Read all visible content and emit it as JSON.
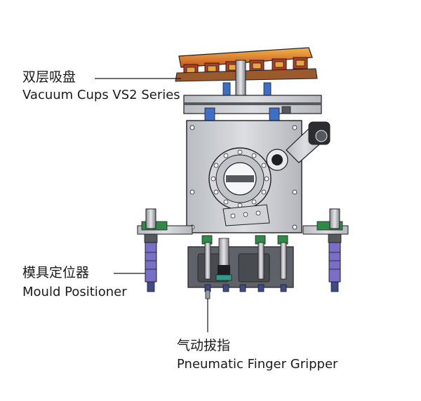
{
  "callouts": {
    "vacuum_cups": {
      "zh": "双层吸盘",
      "en": "Vacuum Cups VS2 Series"
    },
    "mould_positioner": {
      "zh": "模具定位器",
      "en": "Mould Positioner"
    },
    "finger_gripper": {
      "zh": "气动拔指",
      "en": "Pneumatic Finger Gripper"
    }
  },
  "colors": {
    "steel": "#c9cbcf",
    "dark_steel": "#55585d",
    "outline": "#1e1f22",
    "vacuum_orange": "#e08a1e",
    "vacuum_red": "#c2462a",
    "accent_blue": "#3d6fc6",
    "accent_green": "#2f8a48",
    "positioner_purple": "#7a6fc8"
  }
}
